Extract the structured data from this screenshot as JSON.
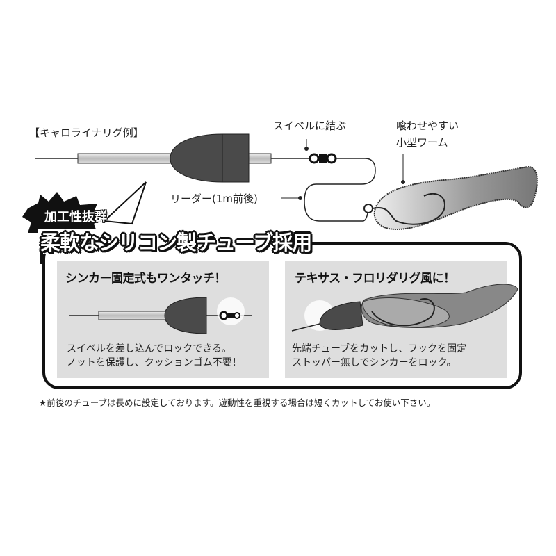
{
  "title": "【キャロライナリグ例】",
  "labels": {
    "swivel": "スイベルに結ぶ",
    "worm_line1": "喰わせやすい",
    "worm_line2": "小型ワーム",
    "leader": "リーダー(1m前後)"
  },
  "badge": "加工性抜群",
  "headline": "柔軟なシリコン製チューブ採用",
  "panels": [
    {
      "title": "シンカー固定式もワンタッチ！",
      "body_line1": "スイベルを差し込んでロックできる。",
      "body_line2": "ノットを保護し、クッションゴム不要！"
    },
    {
      "title": "テキサス・フロリダリグ風に！",
      "body_line1": "先端チューブをカットし、フックを固定",
      "body_line2": "ストッパー無しでシンカーをロック。"
    }
  ],
  "footnote": "★前後のチューブは長めに設定しております。遊動性を重視する場合は短くカットしてお使い下さい。",
  "colors": {
    "sinker": "#4a4a4a",
    "tube": "#cfcfcf",
    "panel": "#dedede",
    "worm": "#9a9a9a"
  }
}
